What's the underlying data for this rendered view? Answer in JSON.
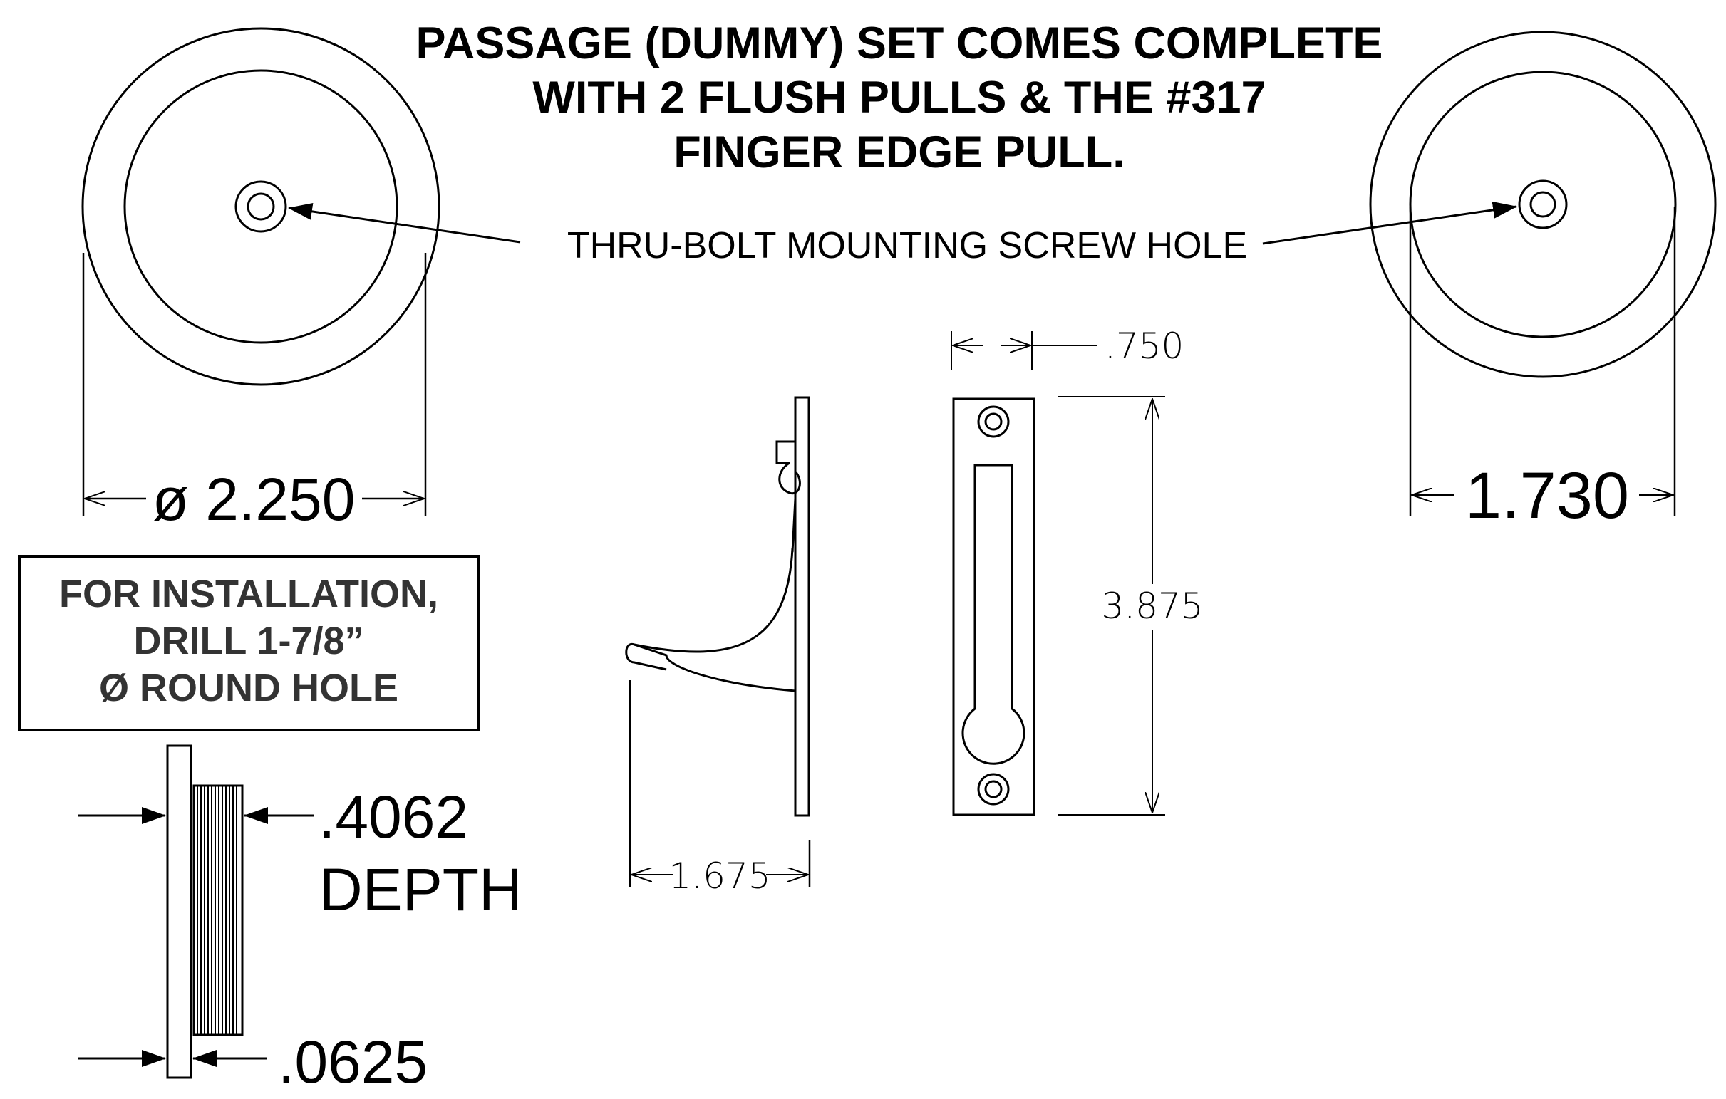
{
  "header": {
    "line1": "PASSAGE (DUMMY) SET COMES COMPLETE",
    "line2": "WITH 2 FLUSH PULLS & THE #317",
    "line3": "FINGER EDGE PULL."
  },
  "callout": {
    "screw_hole": "THRU-BOLT MOUNTING SCREW HOLE"
  },
  "dimensions": {
    "left_pull_diameter": "ø 2.250",
    "right_pull_diameter": "1.730",
    "edge_pull_width": ".750",
    "edge_pull_height": "3.875",
    "edge_pull_projection": "1.675",
    "depth_value": ".4062",
    "depth_label": "DEPTH",
    "flange_thickness": ".0625"
  },
  "install_note": {
    "line1": "FOR INSTALLATION,",
    "line2": "DRILL 1-7/8”",
    "line3": "Ø ROUND HOLE"
  }
}
